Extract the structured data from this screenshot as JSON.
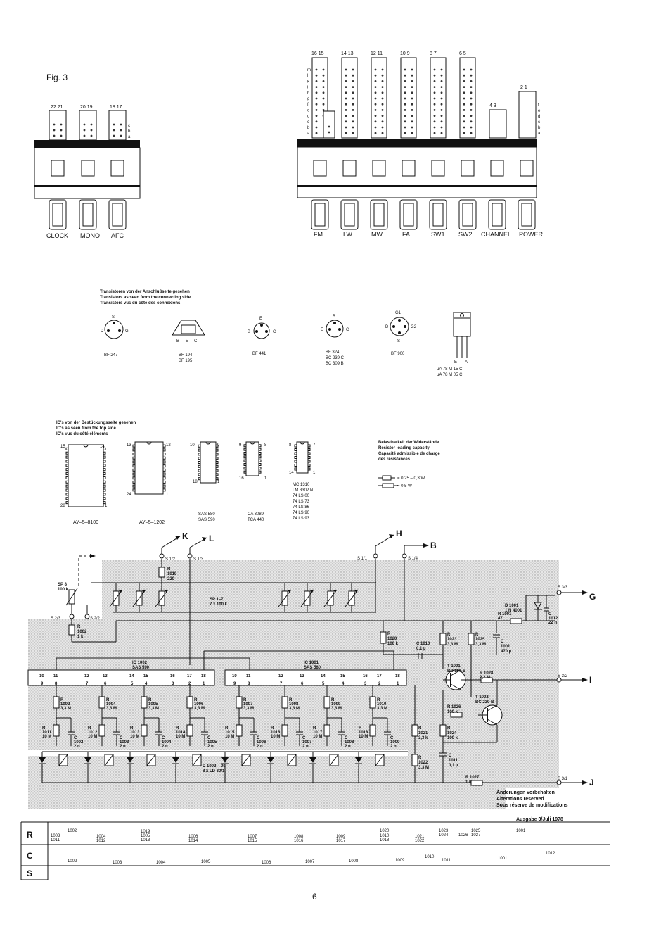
{
  "figure_label": "Fig. 3",
  "page_number": "6",
  "left_switch": {
    "pin_pairs": [
      "22 21",
      "20 19",
      "18 17"
    ],
    "row_letters": [
      "c",
      "b",
      "a"
    ],
    "labels": [
      "CLOCK",
      "MONO",
      "AFC"
    ]
  },
  "right_switch": {
    "pin_pairs": [
      "16 15",
      "14 13",
      "12 11",
      "10 9",
      "8 7",
      "6 5"
    ],
    "small_pairs": [
      "4 3",
      "2 1"
    ],
    "row_letters": [
      "m",
      "l",
      "k",
      "i",
      "h",
      "g",
      "f",
      "e",
      "d",
      "c",
      "b",
      "a"
    ],
    "small_letters": [
      "f",
      "e",
      "d",
      "c",
      "b",
      "a"
    ],
    "labels": [
      "FM",
      "LW",
      "MW",
      "FA",
      "SW1",
      "SW2",
      "CHANNEL",
      "POWER"
    ]
  },
  "transistors": {
    "heading": [
      "Transistoren von der Anschlußseite gesehen",
      "Transistors as seen from the connecting side",
      "Transistors vus du côté des connexions"
    ],
    "items": [
      {
        "pins": [
          "S",
          "D",
          "G"
        ],
        "names": [
          "BF 247"
        ]
      },
      {
        "pins": [
          "B",
          "E",
          "C"
        ],
        "names": [
          "BF 194",
          "BF 195"
        ]
      },
      {
        "pins": [
          "E",
          "B",
          "C"
        ],
        "names": [
          "BF 441"
        ]
      },
      {
        "pins": [
          "B",
          "E",
          "C"
        ],
        "names": [
          "BF 324",
          "BC 239 C",
          "BC 309 B"
        ]
      },
      {
        "pins": [
          "G1",
          "D",
          "G2",
          "S"
        ],
        "names": [
          "BF 900"
        ]
      },
      {
        "pins": [
          "E",
          "A"
        ],
        "names": [
          "µA 78 M 15 C",
          "µA 78 M 05 C"
        ]
      }
    ]
  },
  "ics": {
    "heading": [
      "IC's von der Bestückungsseite gesehen",
      "IC's as seen from the top side",
      "IC's vus du côté éléments"
    ],
    "items": [
      {
        "pins": [
          "15",
          "14",
          "28",
          "1"
        ],
        "names": [
          "AY–5–8100"
        ]
      },
      {
        "pins": [
          "13",
          "12",
          "24",
          "1"
        ],
        "names": [
          "AY–5–1202"
        ]
      },
      {
        "pins": [
          "10",
          "9",
          "18",
          "1"
        ],
        "names": [
          "SAS 580",
          "SAS 590"
        ]
      },
      {
        "pins": [
          "9",
          "8",
          "16",
          "1"
        ],
        "names": [
          "CA 3089",
          "TCA 440"
        ]
      },
      {
        "pins": [
          "8",
          "7",
          "14",
          "1"
        ],
        "names": [
          "MC 1310",
          "LM 3302 N",
          "74 LS 00",
          "74 LS 73",
          "74 LS 86",
          "74 LS 90",
          "74 LS 93"
        ]
      }
    ]
  },
  "resistor_load": {
    "heading": [
      "Belastbarkeit der Widerstände",
      "Resistor loading capacity",
      "Capacité admissible de charge",
      "des résistances"
    ],
    "values": [
      "= 0,25 – 0,3 W",
      "= 0,5 W"
    ]
  },
  "schematic": {
    "connectors": [
      "K",
      "L",
      "H",
      "B",
      "G",
      "I",
      "J"
    ],
    "switch_labels": [
      "S 1/2",
      "S 1/3",
      "S 1/1",
      "S 1/4",
      "S 2/3",
      "S 2/2",
      "S 3/3",
      "S 3/2",
      "S 3/1"
    ],
    "ic1_label": [
      "IC 1002",
      "SAS 590"
    ],
    "ic2_label": [
      "IC 1001",
      "SAS 580"
    ],
    "ic1_pins": [
      "10",
      "11",
      "12",
      "13",
      "14",
      "15",
      "16",
      "17",
      "18"
    ],
    "ic1_bottom_pins": [
      "9",
      "8",
      "7",
      "6",
      "5",
      "4",
      "3",
      "2",
      "1"
    ],
    "ic2_pins": [
      "10",
      "11",
      "12",
      "13",
      "14",
      "15",
      "16",
      "17",
      "18"
    ],
    "ic2_bottom_pins": [
      "9",
      "8",
      "7",
      "6",
      "5",
      "4",
      "3",
      "2",
      "1"
    ],
    "sp8": [
      "SP 8",
      "100 k"
    ],
    "sp17": [
      "SP 1–7",
      "7 x 100 k"
    ],
    "r1019": [
      "R",
      "1019",
      "220"
    ],
    "r1002": [
      "R",
      "1002",
      "1 k"
    ],
    "r_left_values": [
      [
        "R",
        "1002",
        "3,3 M"
      ],
      [
        "R",
        "1004",
        "3,3 M"
      ],
      [
        "R",
        "1005",
        "3,3 M"
      ],
      [
        "R",
        "1006",
        "3,3 M"
      ],
      [
        "R",
        "1007",
        "3,3 M"
      ],
      [
        "R",
        "1008",
        "3,3 M"
      ],
      [
        "R",
        "1009",
        "3,3 M"
      ],
      [
        "R",
        "1010",
        "3,3 M"
      ]
    ],
    "r_low_values": [
      [
        "R",
        "1011",
        "10 M"
      ],
      [
        "R",
        "1012",
        "10 M"
      ],
      [
        "R",
        "1013",
        "10 M"
      ],
      [
        "R",
        "1014",
        "10 M"
      ],
      [
        "R",
        "1015",
        "10 M"
      ],
      [
        "R",
        "1016",
        "10 M"
      ],
      [
        "R",
        "1017",
        "10 M"
      ],
      [
        "R",
        "1018",
        "10 M"
      ]
    ],
    "c_values": [
      [
        "C",
        "1002",
        "2 n"
      ],
      [
        "C",
        "1003",
        "2 n"
      ],
      [
        "C",
        "1004",
        "2 n"
      ],
      [
        "C",
        "1005",
        "2 n"
      ],
      [
        "C",
        "1006",
        "2 n"
      ],
      [
        "C",
        "1007",
        "2 n"
      ],
      [
        "C",
        "1008",
        "2 n"
      ],
      [
        "C",
        "1009",
        "2 n"
      ]
    ],
    "diodes_label": [
      "D 1002 – 09",
      "8 x LD 30/1"
    ],
    "d1001": [
      "D 1001",
      "1 N 4001"
    ],
    "r1020": [
      "R",
      "1020",
      "100 k"
    ],
    "c1010": [
      "C 1010",
      "0,1 µ"
    ],
    "r1023": [
      "R",
      "1023",
      "3,3 M"
    ],
    "r1025": [
      "R",
      "1025",
      "3,3 M"
    ],
    "r1001": [
      "R 1001",
      "47"
    ],
    "c1001": [
      "C",
      "1001",
      "470 µ"
    ],
    "c1012": [
      "C",
      "1012",
      "22 n"
    ],
    "t1001": [
      "T 1001",
      "BC 309 B"
    ],
    "t1002": [
      "T 1002",
      "BC 239 B"
    ],
    "r1028": [
      "R 1028",
      "2,2 M"
    ],
    "r1026": [
      "R 1026",
      "100 k"
    ],
    "r1021": [
      "R",
      "1021",
      "3,3 k"
    ],
    "r1024": [
      "R",
      "1024",
      "100 k"
    ],
    "r1022": [
      "R",
      "1022",
      "3,3 M"
    ],
    "c1011": [
      "C",
      "1011",
      "0,1 µ"
    ],
    "r1027": [
      "R 1027",
      "1 k"
    ],
    "notice": [
      "Änderungen vorbehalten",
      "Alterations reserved",
      "Sous réserve de modifications"
    ],
    "edition": "Ausgabe 3/Juli 1978"
  },
  "parts_table": {
    "rows": [
      {
        "key": "R",
        "labels": [
          "1002",
          "1003",
          "1011",
          "1004",
          "1012",
          "1019",
          "1005",
          "1013",
          "1006",
          "1014",
          "1007",
          "1015",
          "1008",
          "1016",
          "1009",
          "1017",
          "1020",
          "1010",
          "1018",
          "1021",
          "1022",
          "1023",
          "1024",
          "1026",
          "1025",
          "1027",
          "1001"
        ]
      },
      {
        "key": "C",
        "labels": [
          "1002",
          "1003",
          "1004",
          "1005",
          "1006",
          "1007",
          "1008",
          "1009",
          "1010",
          "1011",
          "1001",
          "1012"
        ]
      },
      {
        "key": "S",
        "labels": []
      }
    ]
  }
}
